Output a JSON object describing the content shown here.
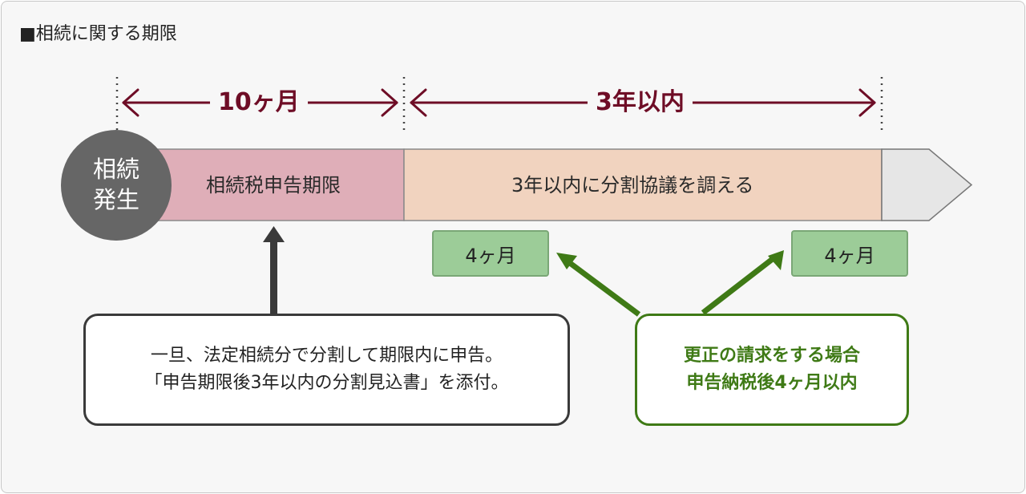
{
  "title": "■相続に関する期限",
  "spans": {
    "first": "10ヶ月",
    "second": "3年以内"
  },
  "event": {
    "line1": "相続",
    "line2": "発生"
  },
  "bar": {
    "segment1": "相続税申告期限",
    "segment2": "3年以内に分割協議を調える"
  },
  "boxes": {
    "left": "4ヶ月",
    "right": "4ヶ月"
  },
  "callout_black": {
    "line1": "一旦、法定相続分で分割して期限内に申告。",
    "line2": "「申告期限後3年以内の分割見込書」を添付。"
  },
  "callout_green": {
    "line1": "更正の請求をする場合",
    "line2": "申告納税後4ヶ月以内"
  },
  "colors": {
    "span_arrow": "#6e0d26",
    "segment1": "#dfaeb8",
    "segment2": "#f1d3bf",
    "bar_tail": "#e6e6e6",
    "circle": "#666666",
    "green": "#3f7a16",
    "box_green": "#9ccc98"
  }
}
